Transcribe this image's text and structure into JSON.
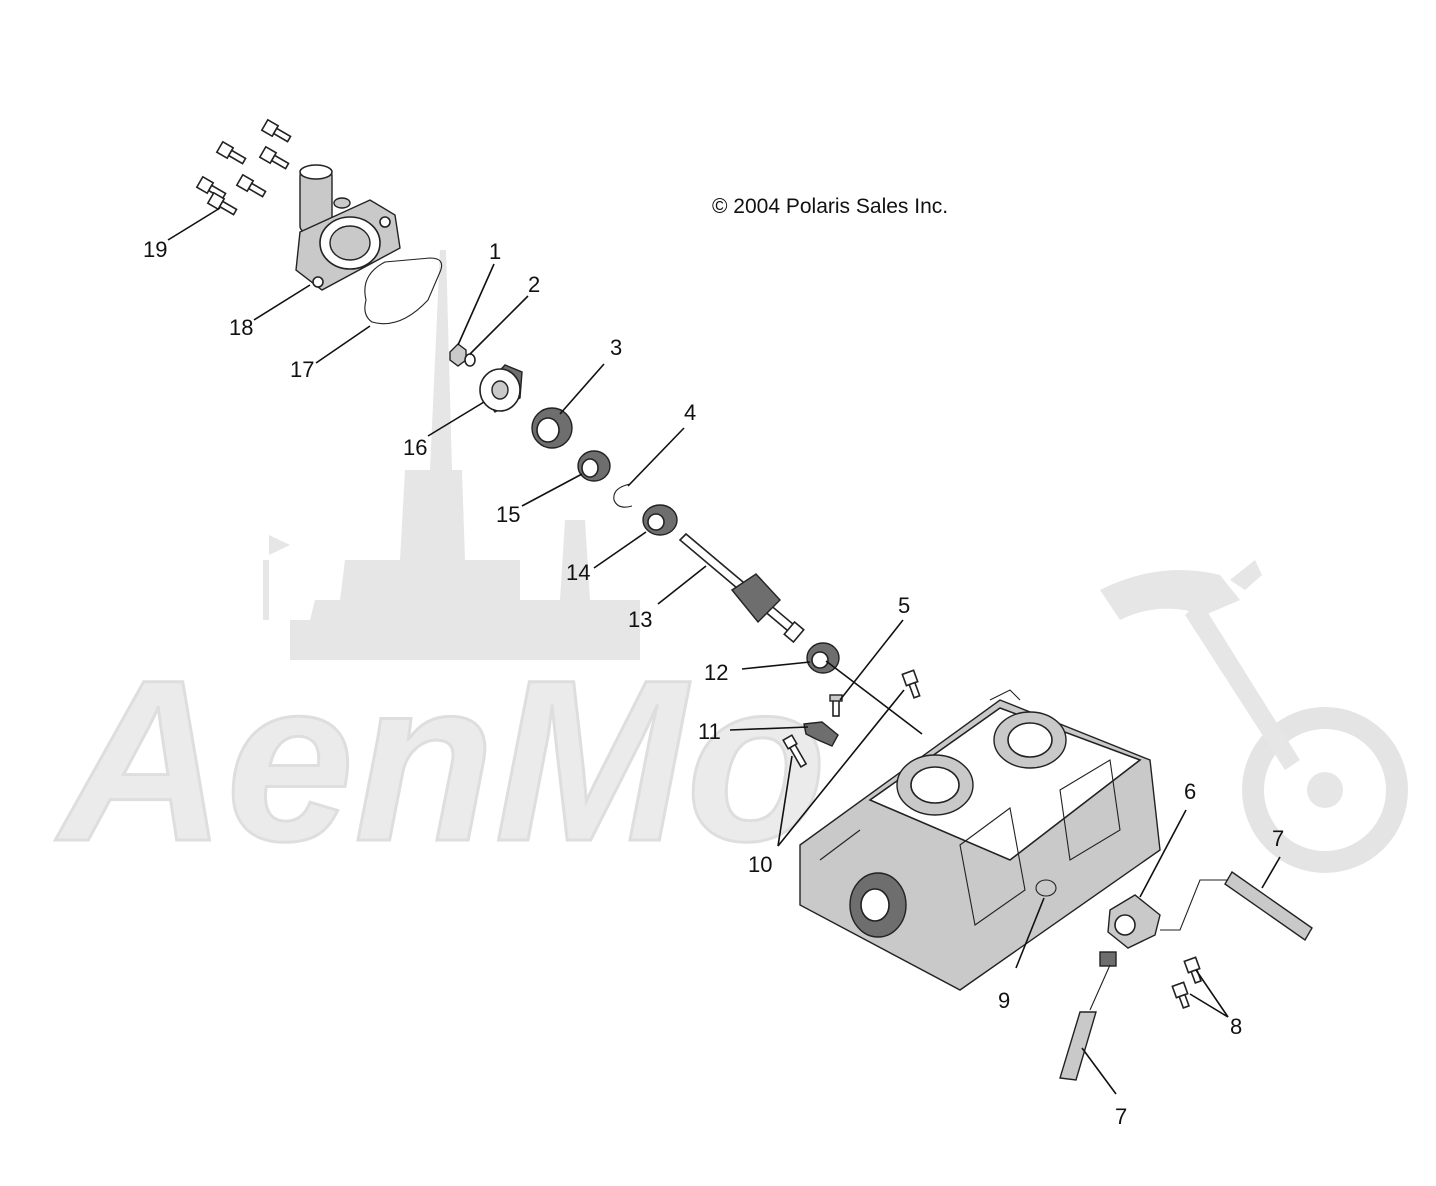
{
  "copyright": "© 2004 Polaris Sales Inc.",
  "watermark": {
    "text": "AenMo"
  },
  "colors": {
    "ink": "#111111",
    "watermark": "#e6e6e6",
    "background": "#ffffff"
  },
  "callouts": [
    {
      "id": "c1",
      "num": "1"
    },
    {
      "id": "c2",
      "num": "2"
    },
    {
      "id": "c3",
      "num": "3"
    },
    {
      "id": "c4",
      "num": "4"
    },
    {
      "id": "c5",
      "num": "5"
    },
    {
      "id": "c6",
      "num": "6"
    },
    {
      "id": "c7a",
      "num": "7"
    },
    {
      "id": "c7b",
      "num": "7"
    },
    {
      "id": "c8",
      "num": "8"
    },
    {
      "id": "c9",
      "num": "9"
    },
    {
      "id": "c10",
      "num": "10"
    },
    {
      "id": "c11",
      "num": "11"
    },
    {
      "id": "c12",
      "num": "12"
    },
    {
      "id": "c13",
      "num": "13"
    },
    {
      "id": "c14",
      "num": "14"
    },
    {
      "id": "c15",
      "num": "15"
    },
    {
      "id": "c16",
      "num": "16"
    },
    {
      "id": "c17",
      "num": "17"
    },
    {
      "id": "c18",
      "num": "18"
    },
    {
      "id": "c19",
      "num": "19"
    }
  ]
}
